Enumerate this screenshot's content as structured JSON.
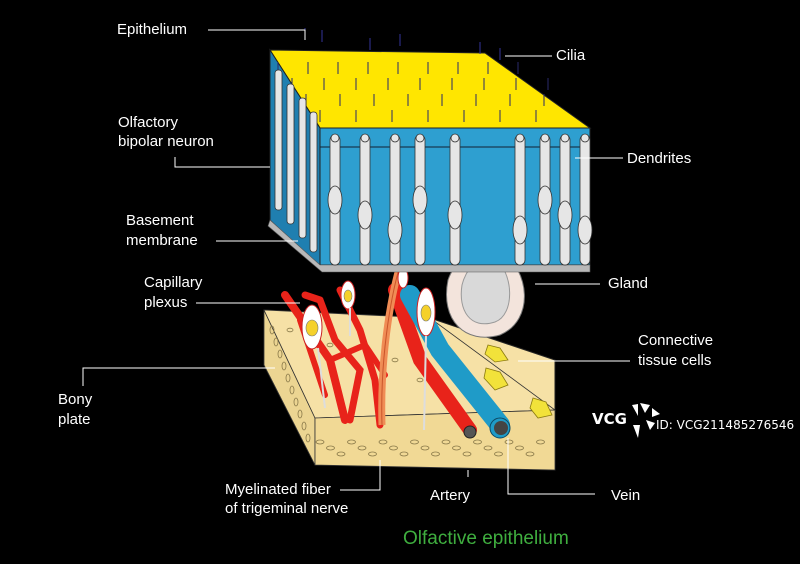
{
  "diagram": {
    "title": "Olfactive epithelium",
    "labels": {
      "epithelium": "Epithelium",
      "cilia": "Cilia",
      "olfactory_neuron_1": "Olfactory",
      "olfactory_neuron_2": "bipolar neuron",
      "dendrites": "Dendrites",
      "basement_1": "Basement",
      "basement_2": "membrane",
      "capillary_1": "Capillary",
      "capillary_2": "plexus",
      "gland": "Gland",
      "connective_1": "Connective",
      "connective_2": "tissue cells",
      "bony_1": "Bony",
      "bony_2": "plate",
      "myelinated_1": "Myelinated fiber",
      "myelinated_2": "of trigeminal nerve",
      "artery": "Artery",
      "vein": "Vein"
    },
    "colors": {
      "background": "#000000",
      "epithelium_top": "#ffe600",
      "epithelium_side": "#2e9fd0",
      "epithelium_side_dark": "#1f7fb0",
      "cell": "#e6e6e6",
      "basement": "#b8b8b8",
      "bone": "#f6e1a6",
      "artery": "#e8231a",
      "vein": "#1f9bc8",
      "nerve": "#f08c55",
      "gland": "#f3e4dc",
      "connective_cells": "#f2e23a",
      "title": "#3fae3f",
      "leader_lines": "#ffffff"
    }
  },
  "watermark": {
    "brand": "VCG",
    "id_text": "ID: VCG211485276546"
  }
}
